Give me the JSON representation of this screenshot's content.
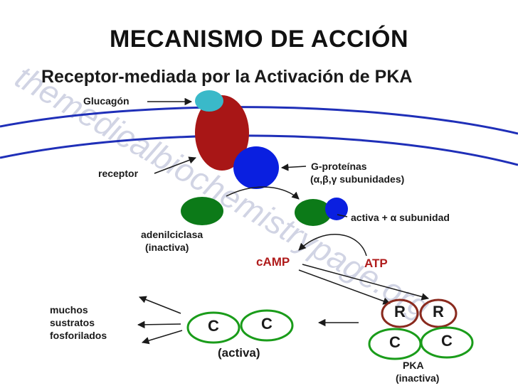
{
  "slide_title": "MECANISMO DE ACCIÓN",
  "figure_title": "Receptor-mediada por la Activación de PKA",
  "watermark": "themedicalbiochemistrypage.org",
  "labels": {
    "glucagon": "Glucagón",
    "receptor": "receptor",
    "g_proteins": "G-proteínas",
    "g_subunits": "(α,β,γ subunidades)",
    "active_alpha": "activa + α subunidad",
    "adenylate_cyclase": "adenilciclasa",
    "inactive_paren": "(inactiva)",
    "camp": "cAMP",
    "atp": "ATP",
    "many": "muchos",
    "substrates": "sustratos",
    "phosphorylated": "fosforilados",
    "active_paren": "(activa)",
    "pka": "PKA",
    "pka_inactive": "(inactiva)",
    "c": "C",
    "r": "R"
  },
  "colors": {
    "membrane": "#1f2fb8",
    "receptor": "#a81616",
    "glucagon": "#3ab9c9",
    "g_protein": "#0a1fe0",
    "cyclase": "#0c7a18",
    "camp_text": "#b01c1c",
    "catalytic_ring": "#1a9c1a",
    "regulatory_ring": "#8a2a1e",
    "watermark": "#c9cde0"
  },
  "icons": [
    "arrow-icon"
  ]
}
